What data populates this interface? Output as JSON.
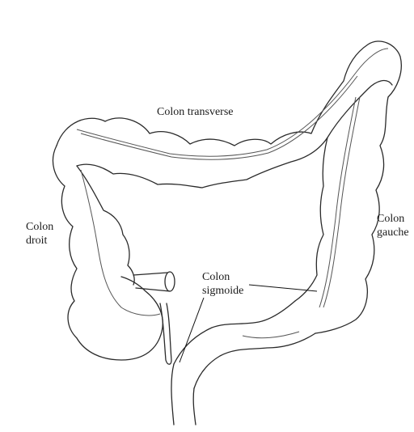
{
  "labels": {
    "transverse": "Colon transverse",
    "droit": [
      "Colon",
      "droit"
    ],
    "gauche": [
      "Colon",
      "gauche"
    ],
    "sigmoide": [
      "Colon",
      "sigmoide"
    ]
  },
  "colors": {
    "background": "#ffffff",
    "outline": "#2a2a2a"
  }
}
